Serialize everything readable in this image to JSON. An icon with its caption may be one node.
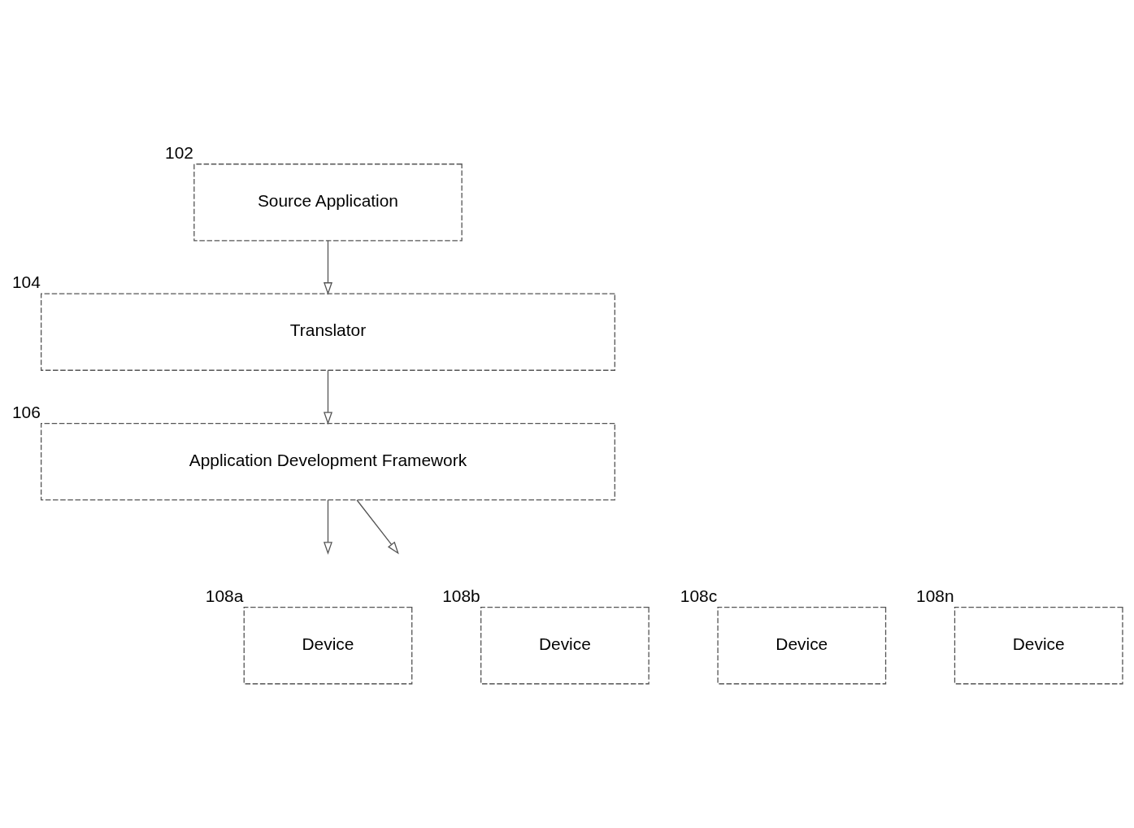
{
  "diagram": {
    "nodes": [
      {
        "text": [
          "Source Application"
        ],
        "beside": [
          "102"
        ]
      },
      {
        "text": [
          "Translator"
        ],
        "beside": [
          "104"
        ]
      },
      {
        "text": [
          "Application Development Framework"
        ],
        "beside": [
          "106"
        ]
      },
      {
        "text": [
          "Device"
        ],
        "beside": [
          "108a"
        ]
      },
      {
        "text": [
          "Device"
        ],
        "beside": [
          "108b"
        ]
      },
      {
        "text": [
          "Device"
        ],
        "beside": [
          "108c"
        ]
      },
      {
        "text": [
          "Device"
        ],
        "beside": [
          "108n"
        ]
      }
    ],
    "edges": [
      {
        "from": 0,
        "to": 1,
        "arrow": "to"
      },
      {
        "from": 1,
        "to": 2,
        "arrow": "to"
      },
      {
        "from": 2,
        "to": null,
        "arrow": "to"
      },
      {
        "from": 2,
        "to": null,
        "arrow": "to"
      }
    ]
  }
}
